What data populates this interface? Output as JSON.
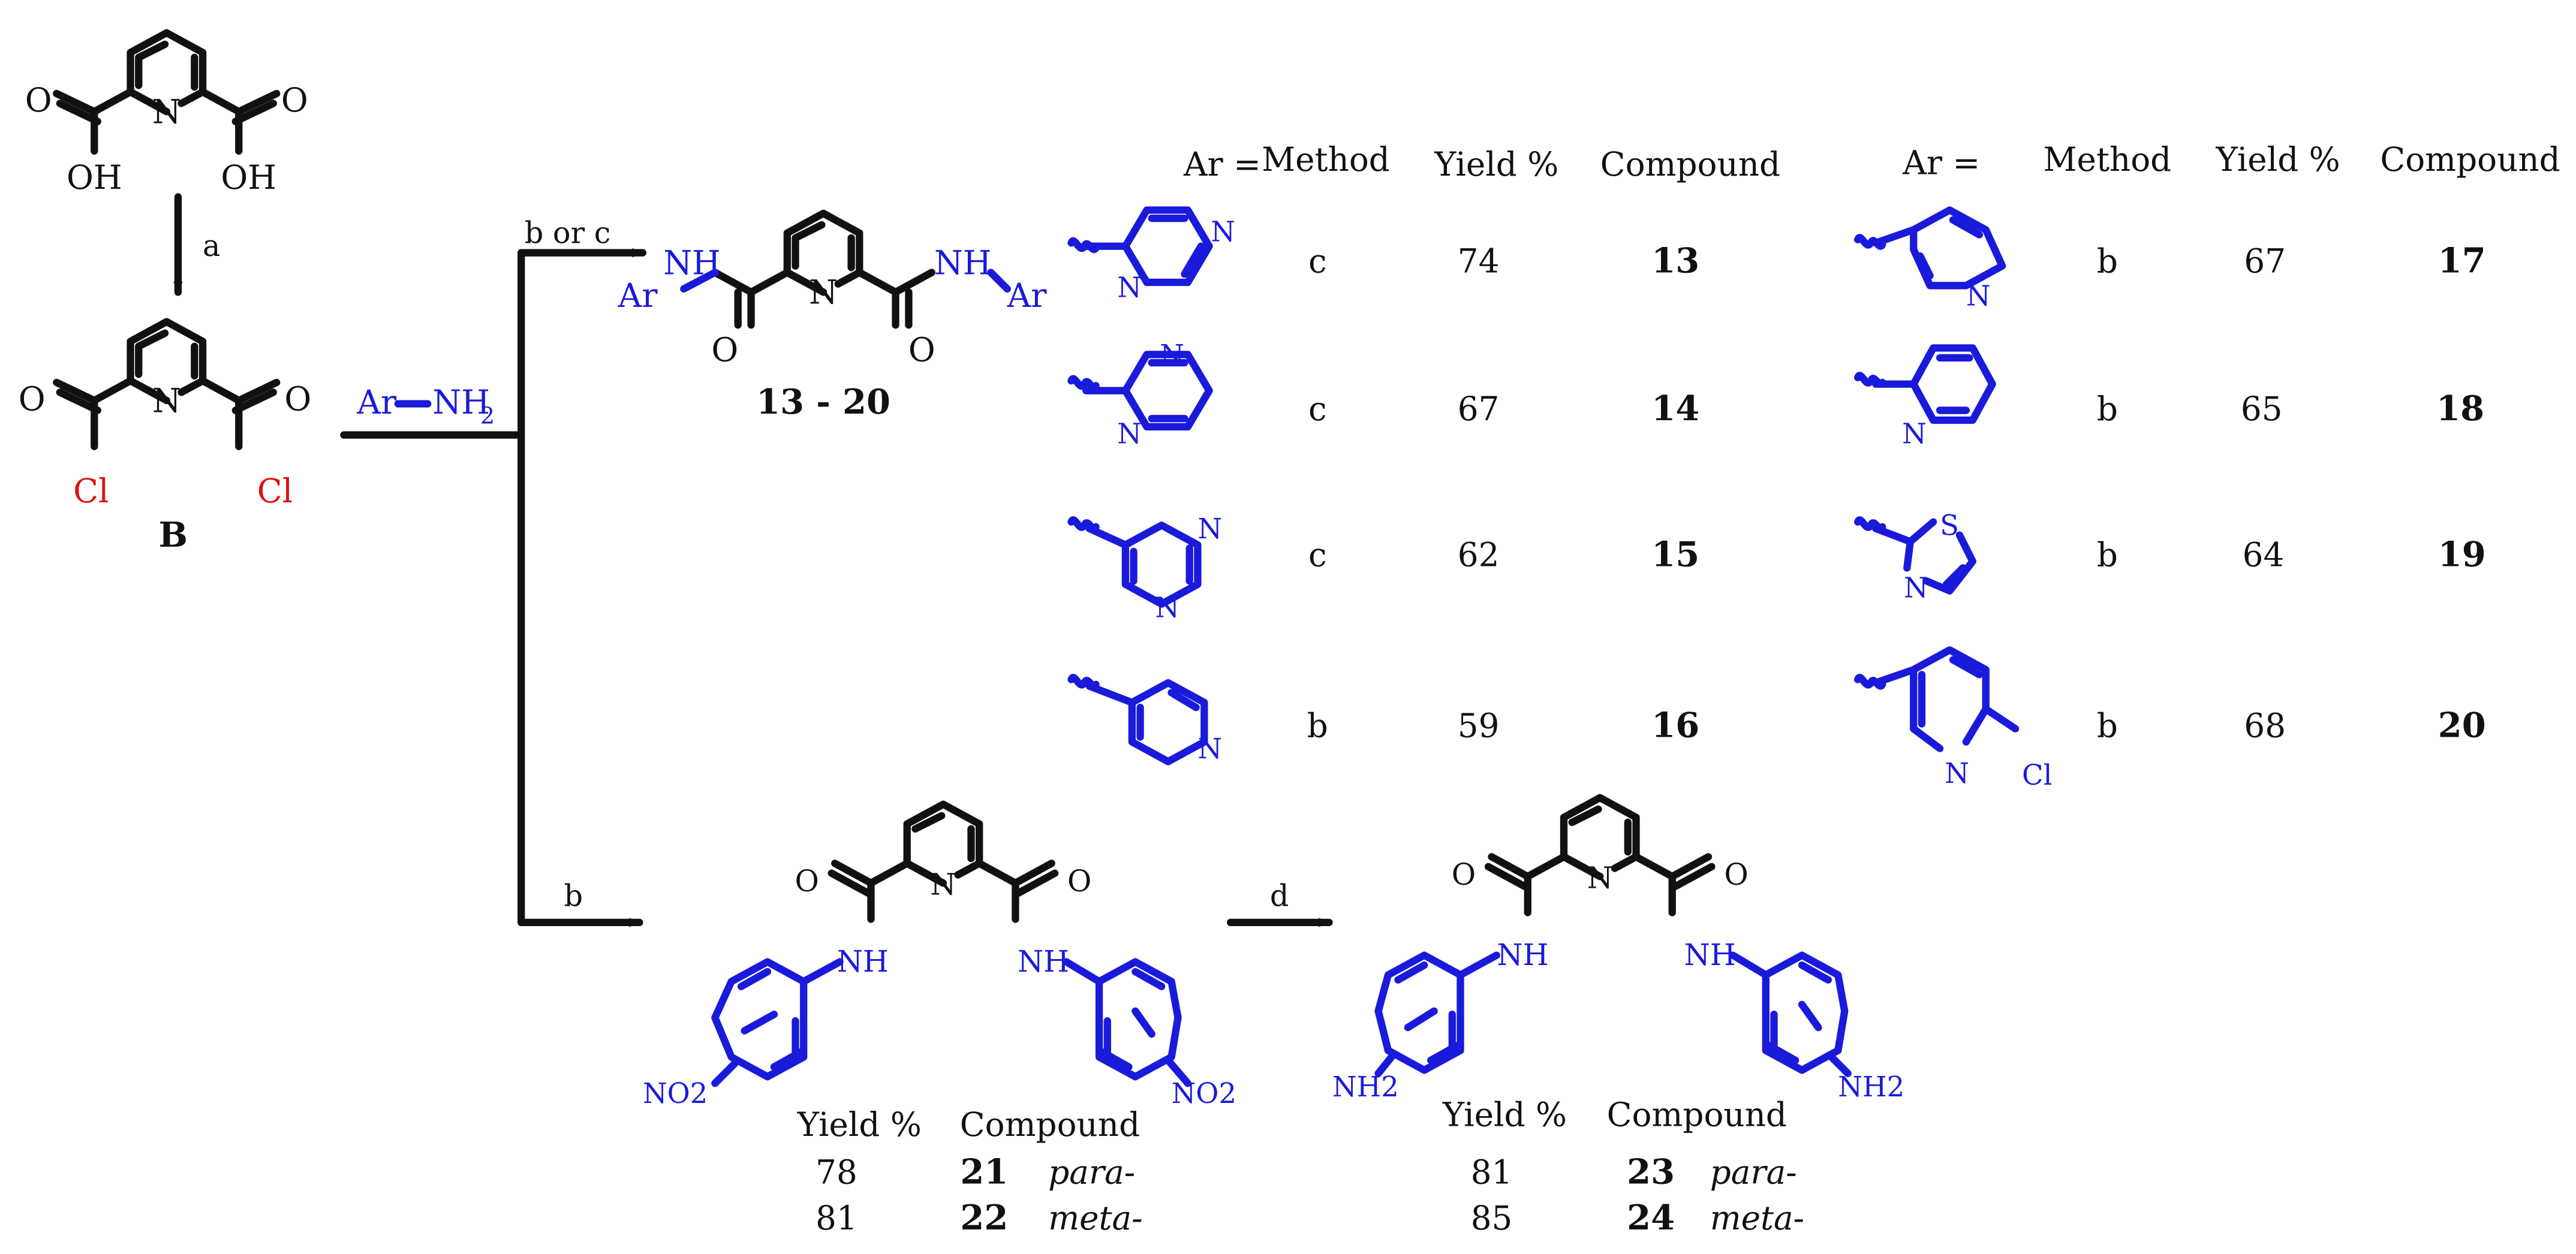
{
  "colors": {
    "black": "#111111",
    "blue": "#1a1adb",
    "red": "#e01010"
  },
  "atoms": {
    "N": "N",
    "O": "O",
    "OH": "OH",
    "Cl": "Cl",
    "S": "S",
    "NH": "NH",
    "Ar": "Ar",
    "NH2": "NH2",
    "NO2": "NO2"
  },
  "reagent": {
    "ar": "Ar",
    "nh": "NH",
    "sub2": "2"
  },
  "labels": {
    "B": "B",
    "range": "13 - 20"
  },
  "arrows": {
    "a": "a",
    "bc": "b or c",
    "b": "b",
    "d": "d"
  },
  "table1": {
    "headers": [
      "Ar =",
      "Method",
      "Yield %",
      "Compound"
    ],
    "rows": [
      {
        "method": "c",
        "yield": "74",
        "compound": "13"
      },
      {
        "method": "c",
        "yield": "67",
        "compound": "14"
      },
      {
        "method": "c",
        "yield": "62",
        "compound": "15"
      },
      {
        "method": "b",
        "yield": "59",
        "compound": "16"
      }
    ]
  },
  "table2": {
    "headers": [
      "Ar =",
      "Method",
      "Yield %",
      "Compound"
    ],
    "rows": [
      {
        "method": "b",
        "yield": "67",
        "compound": "17"
      },
      {
        "method": "b",
        "yield": "65",
        "compound": "18"
      },
      {
        "method": "b",
        "yield": "64",
        "compound": "19"
      },
      {
        "method": "b",
        "yield": "68",
        "compound": "20"
      }
    ]
  },
  "nitro": {
    "headers": [
      "Yield %",
      "Compound"
    ],
    "rows": [
      {
        "yield": "78",
        "compound": "21",
        "isomer": "para-"
      },
      {
        "yield": "81",
        "compound": "22",
        "isomer": "meta-"
      }
    ]
  },
  "amino": {
    "headers": [
      "Yield %",
      "Compound"
    ],
    "rows": [
      {
        "yield": "81",
        "compound": "23",
        "isomer": "para-"
      },
      {
        "yield": "85",
        "compound": "24",
        "isomer": "meta-"
      }
    ]
  }
}
